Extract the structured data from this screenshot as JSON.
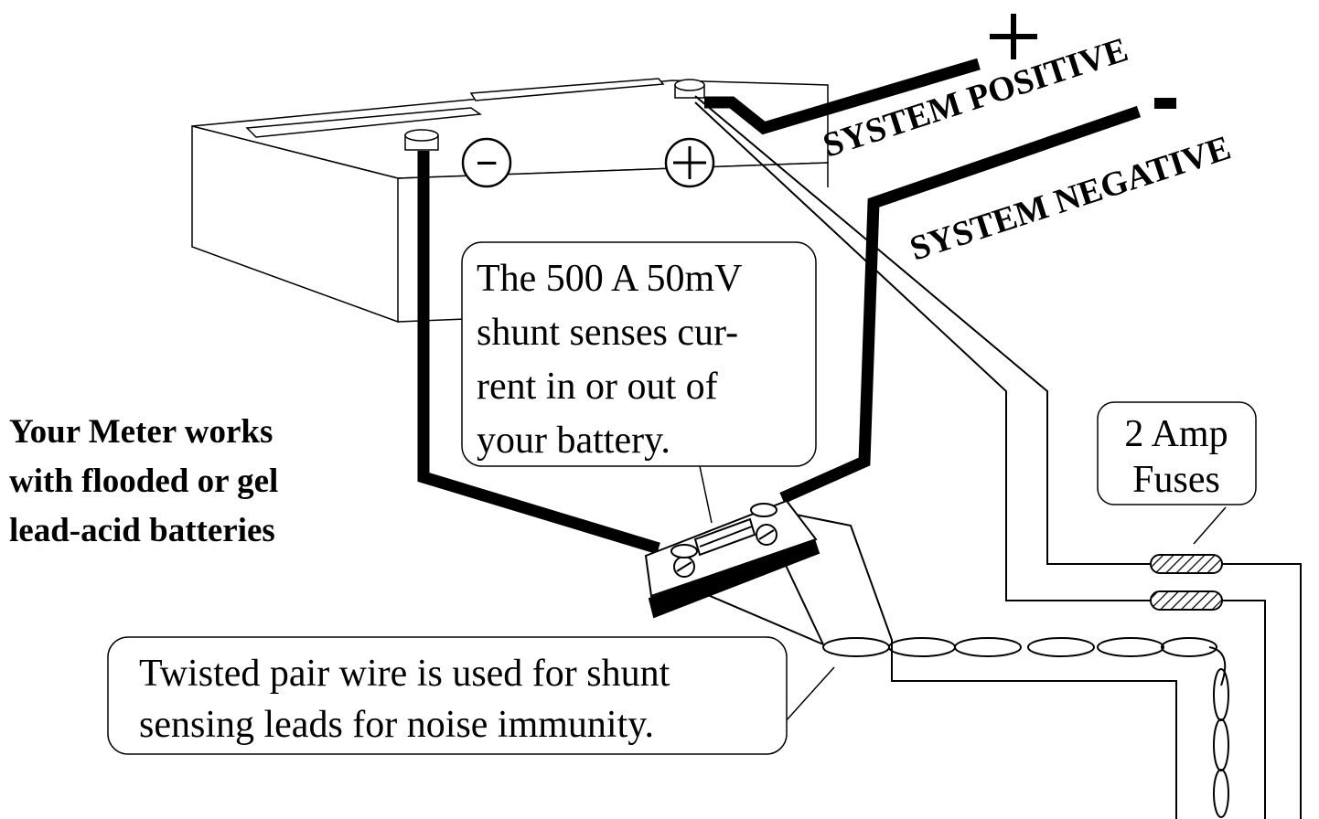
{
  "system": {
    "positive_label": "SYSTEM POSITIVE",
    "negative_label": "SYSTEM NEGATIVE",
    "positive_sign": "+",
    "negative_sign": "-"
  },
  "battery": {
    "negative_terminal_symbol": "−",
    "positive_terminal_symbol": "+"
  },
  "shunt_callout": {
    "lines": [
      "The 500 A 50mV",
      "shunt senses cur-",
      "rent in or out of",
      "your battery."
    ]
  },
  "fuse_callout": {
    "lines": [
      "2 Amp",
      "Fuses"
    ]
  },
  "twisted_pair_callout": {
    "lines": [
      "Twisted pair wire is used for shunt",
      "sensing leads for noise immunity."
    ]
  },
  "meter_note": {
    "lines": [
      "Your Meter works",
      "with flooded or gel",
      "lead-acid batteries"
    ]
  },
  "colors": {
    "ink": "#000000",
    "paper": "#ffffff"
  }
}
